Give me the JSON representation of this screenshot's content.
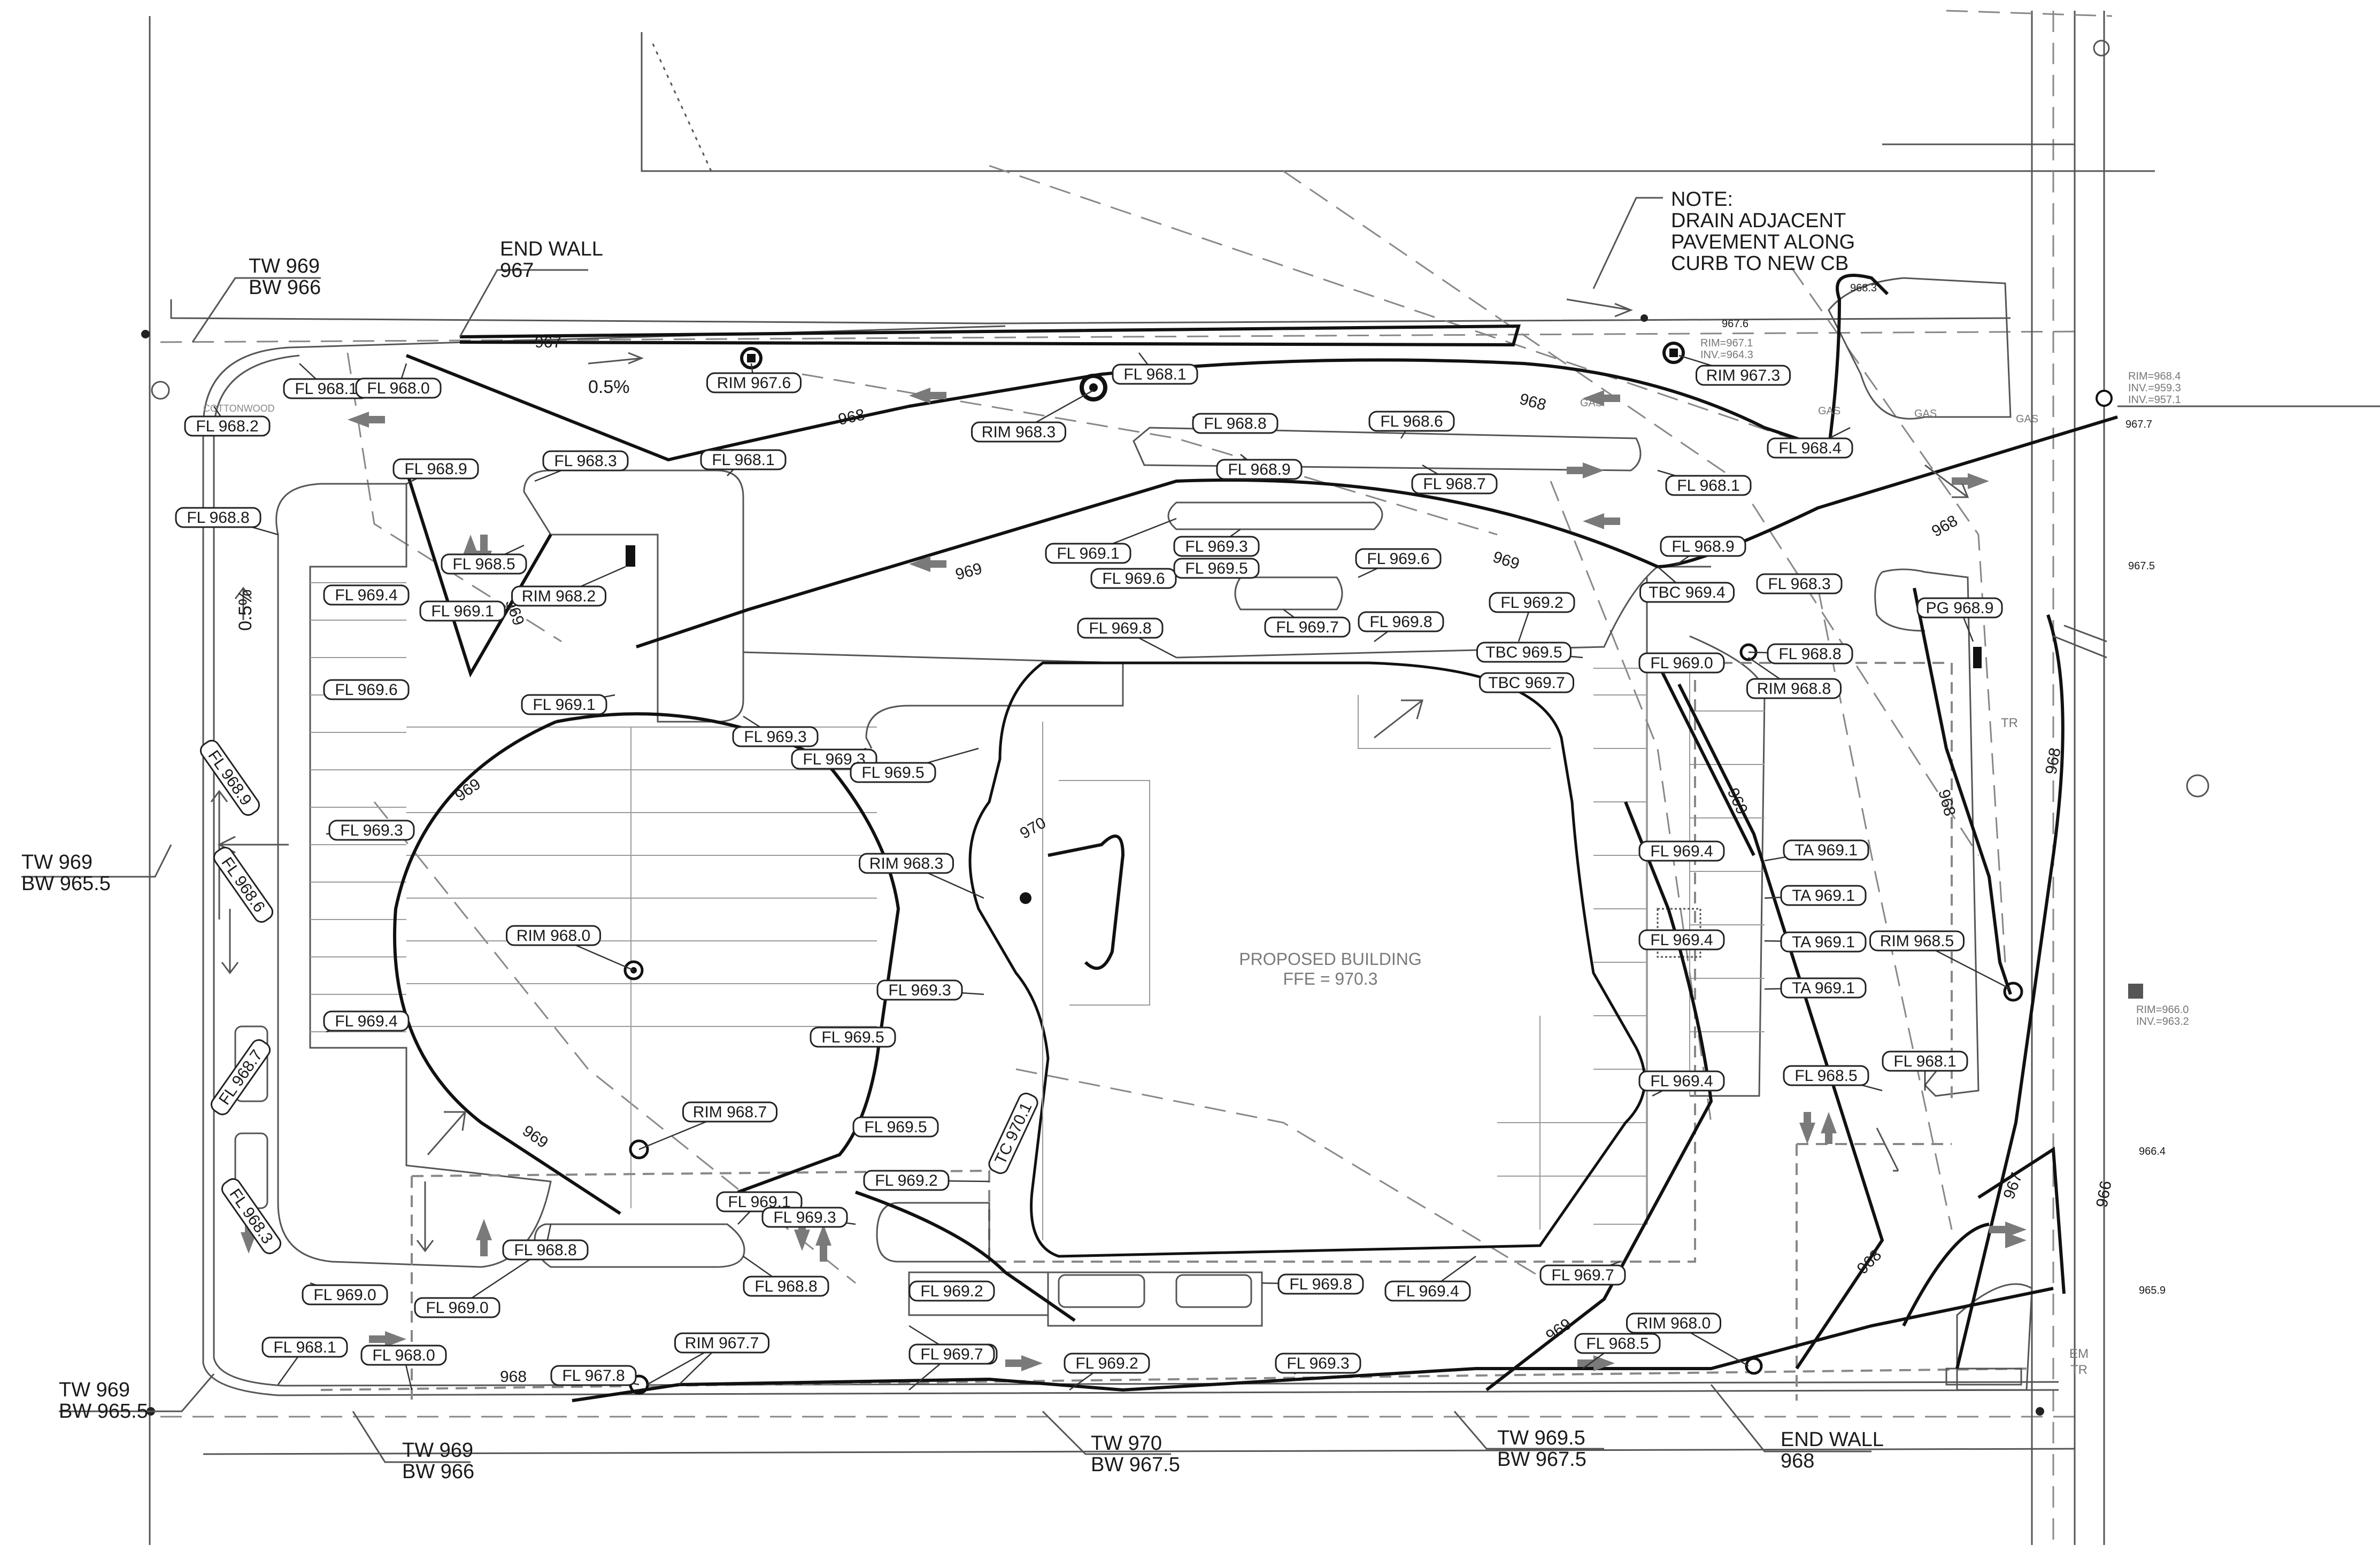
{
  "note": {
    "title": "NOTE:",
    "lines": [
      "DRAIN ADJACENT",
      "PAVEMENT ALONG",
      "CURB TO NEW CB"
    ]
  },
  "building": {
    "name": "PROPOSED BUILDING",
    "ffe": "FFE = 970.3"
  },
  "walls": [
    {
      "a": "END WALL",
      "b": "967"
    },
    {
      "a": "TW 969",
      "b": "BW 966"
    },
    {
      "a": "TW 969",
      "b": "BW 965.5"
    },
    {
      "a": "TW 969",
      "b": "BW 965.5"
    },
    {
      "a": "TW 969",
      "b": "BW 966"
    },
    {
      "a": "TW 970",
      "b": "BW 967.5"
    },
    {
      "a": "TW 969.5",
      "b": "BW 967.5"
    },
    {
      "a": "END WALL",
      "b": "968"
    }
  ],
  "labels": [
    "FL 968.1",
    "FL 968.0",
    "RIM 967.6",
    "FL 968.2",
    "RIM 968.3",
    "FL 968.1",
    "RIM 967.3",
    "FL 968.8",
    "FL 968.6",
    "FL 968.9",
    "FL 968.3",
    "FL 968.1",
    "FL 968.9",
    "FL 968.7",
    "FL 968.1",
    "FL 968.4",
    "FL 968.8",
    "FL 969.4",
    "FL 968.5",
    "FL 969.1",
    "FL 969.1",
    "FL 969.3",
    "RIM 968.2",
    "FL 969.6",
    "FL 969.5",
    "FL 969.6",
    "FL 968.9",
    "FL 969.7",
    "FL 969.8",
    "FL 968.3",
    "TBC 969.4",
    "PG 968.9",
    "FL 969.8",
    "FL 969.2",
    "TBC 969.5",
    "FL 969.0",
    "FL 968.8",
    "FL 969.6",
    "TBC 969.7",
    "RIM 968.8",
    "FL 969.1",
    "FL 969.3",
    "FL 969.3",
    "RIM 967.7",
    "FL 969.5",
    "FL 968.9",
    "FL 969.3",
    "RIM 968.3",
    "FL 969.4",
    "TA 969.1",
    "FL 968.6",
    "TA 969.1",
    "RIM 968.0",
    "FL 969.4",
    "TA 969.1",
    "RIM 968.5",
    "FL 969.3",
    "TA 969.1",
    "FL 968.7",
    "FL 969.4",
    "FL 968.1",
    "FL 969.5",
    "RIM 968.7",
    "FL 968.5",
    "TC 970.1",
    "FL 969.4",
    "FL 969.5",
    "FL 969.2",
    "FL 969.1",
    "FL 969.3",
    "FL 968.3",
    "FL 968.8",
    "FL 968.8",
    "FL 969.0",
    "FL 969.0",
    "FL 969.2",
    "FL 969.8",
    "FL 969.4",
    "FL 969.7",
    "FL 969.8",
    "FL 968.1",
    "FL 968.0",
    "FL 969.7",
    "RIM 968.0",
    "FL 968.5",
    "FL 967.8",
    "RIM 967.7",
    "FL 969.2",
    "FL 969.3"
  ],
  "contours": [
    "967",
    "968",
    "969",
    "970",
    "969",
    "969",
    "968",
    "969",
    "968",
    "969",
    "969",
    "968",
    "968",
    "967",
    "966",
    "968",
    "969",
    "968"
  ],
  "slopes": [
    "0.5%",
    "0.5%"
  ],
  "util": {
    "cb_ne": [
      "RIM=967.1",
      "INV.=964.3"
    ],
    "mh_e": [
      "RIM=968.4",
      "INV.=959.3",
      "INV.=957.1"
    ],
    "cb_se": [
      "RIM=966.0",
      "INV.=963.2"
    ],
    "edge": [
      "967.6",
      "968.3",
      "967.7",
      "967.5",
      "966.4",
      "965.9"
    ],
    "tree": "COTTONWOOD",
    "gas": [
      "GAS",
      "GAS",
      "GAS",
      "GAS"
    ],
    "tr": [
      "TR",
      "TR"
    ],
    "em": "EM"
  }
}
